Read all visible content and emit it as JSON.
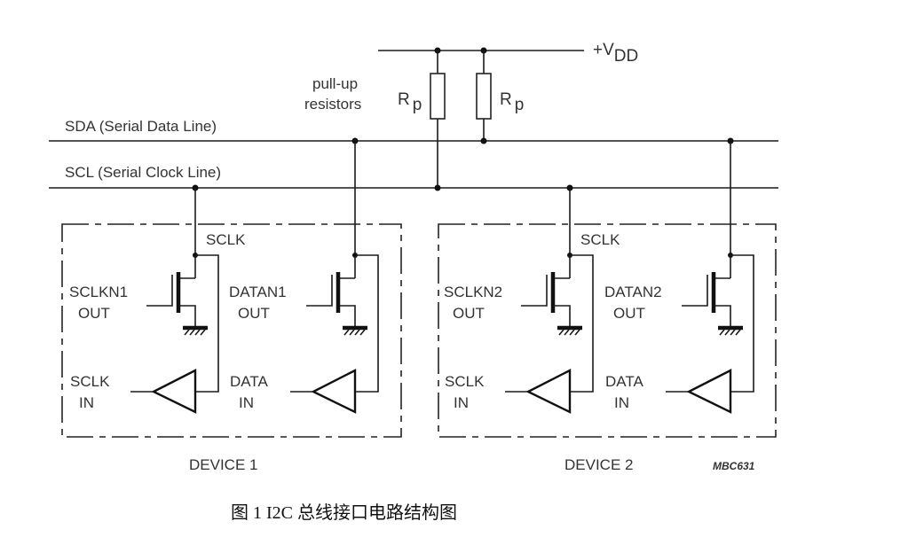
{
  "diagram": {
    "supply": {
      "label_prefix": "+V",
      "label_sub": "DD"
    },
    "pullup": {
      "label_line1": "pull-up",
      "label_line2": "resistors",
      "resistor_label_main": "R",
      "resistor_label_sub": "p"
    },
    "buses": {
      "sda": "SDA (Serial Data Line)",
      "scl": "SCL (Serial Clock Line)"
    },
    "devices": [
      {
        "name": "DEVICE 1",
        "sclk_node": "SCLK",
        "clk_out_line1": "SCLKN1",
        "clk_out_line2": "OUT",
        "clk_in_line1": "SCLK",
        "clk_in_line2": "IN",
        "data_out_line1": "DATAN1",
        "data_out_line2": "OUT",
        "data_in_line1": "DATA",
        "data_in_line2": "IN"
      },
      {
        "name": "DEVICE 2",
        "sclk_node": "SCLK",
        "clk_out_line1": "SCLKN2",
        "clk_out_line2": "OUT",
        "clk_in_line1": "SCLK",
        "clk_in_line2": "IN",
        "data_out_line1": "DATAN2",
        "data_out_line2": "OUT",
        "data_in_line1": "DATA",
        "data_in_line2": "IN"
      }
    ],
    "figure_code": "MBC631"
  },
  "caption": "图 1 I2C 总线接口电路结构图"
}
